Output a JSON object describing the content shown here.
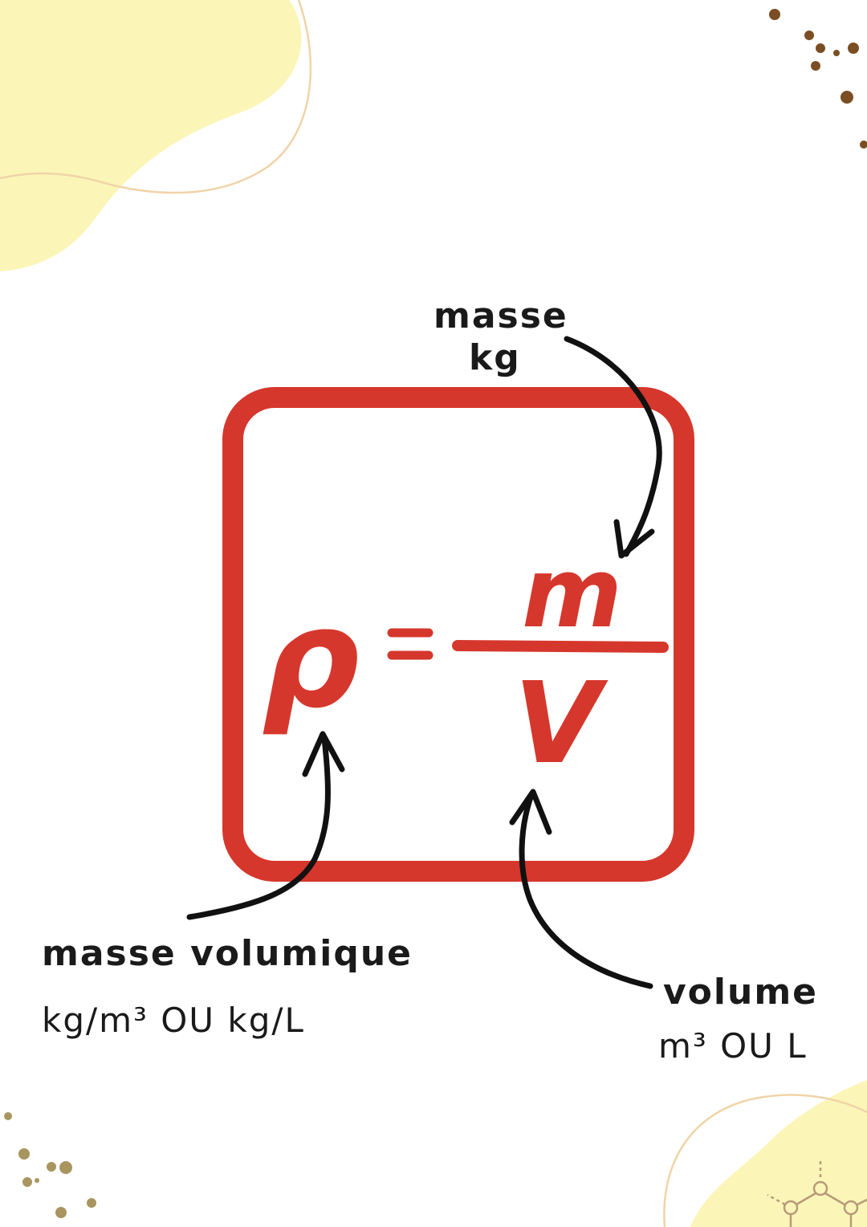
{
  "colors": {
    "accent_red": "#d6372c",
    "ink": "#111111",
    "blob_yellow": "#fbf6b8",
    "curve_line": "#f0d4a8",
    "dot_brown": "#7a4e22",
    "dot_olive": "#a89560"
  },
  "formula": {
    "lhs": "ρ",
    "equals": "=",
    "numerator": "m",
    "denominator": "V"
  },
  "labels": {
    "mass_name": "masse",
    "mass_unit": "kg",
    "density_name": "masse volumique",
    "density_unit": "kg/m³ OU kg/L",
    "volume_name": "volume",
    "volume_unit": "m³ OU L"
  },
  "decorations": {
    "corner_icon": "molecule-icon"
  }
}
